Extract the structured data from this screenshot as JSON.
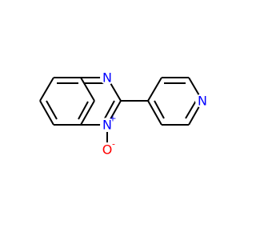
{
  "colors": {
    "background": "#ffffff",
    "bond": "#000000",
    "nitrogen": "#0000ff",
    "oxygen": "#ff0000"
  },
  "atoms": {
    "n_top": {
      "label": "N",
      "color_key": "nitrogen"
    },
    "n_oxide": {
      "label": "N",
      "charge": "+",
      "color_key": "nitrogen"
    },
    "o_oxide": {
      "label": "O",
      "charge": "-",
      "color_key": "oxygen"
    },
    "n_pyridine": {
      "label": "N",
      "color_key": "nitrogen"
    }
  }
}
